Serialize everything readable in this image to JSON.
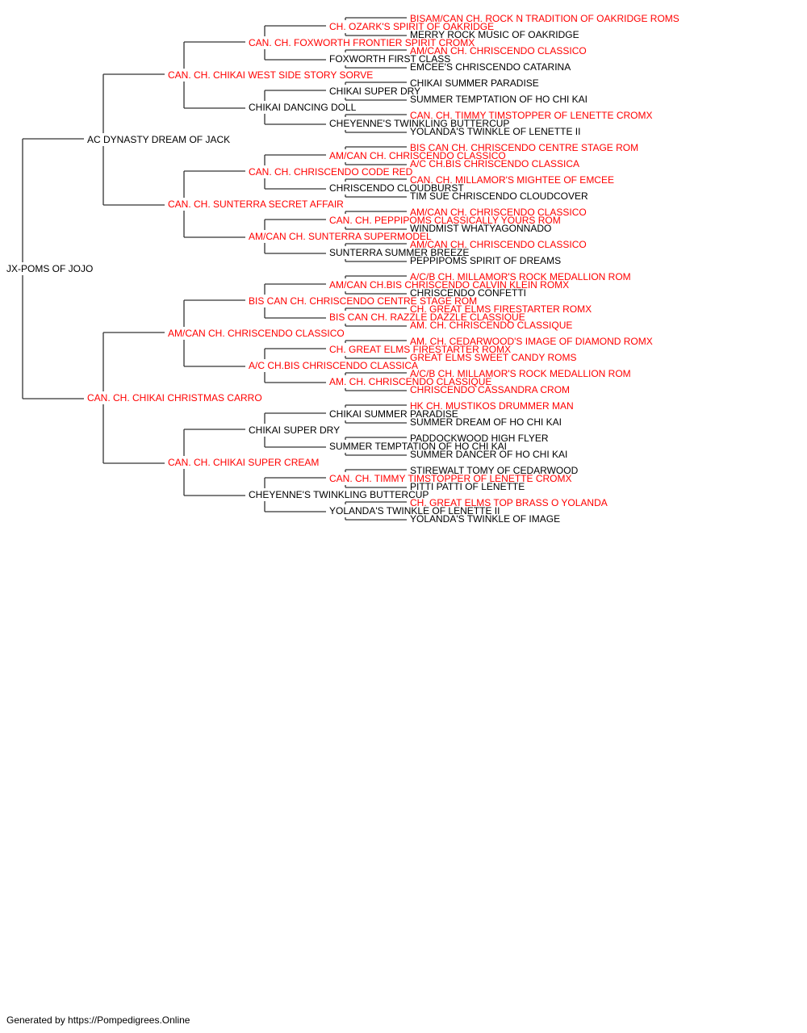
{
  "colors": {
    "champion": "#ff0000",
    "normal": "#000000",
    "line": "#333333"
  },
  "pedigree": {
    "subject": {
      "name": "JX-POMS OF JOJO",
      "champion": false
    },
    "generations": [
      [
        {
          "name": "AC DYNASTY DREAM OF JACK",
          "champion": false
        },
        {
          "name": "CAN. CH. CHIKAI CHRISTMAS CARRO",
          "champion": true
        }
      ],
      [
        {
          "name": "CAN. CH. CHIKAI WEST SIDE STORY SORVE",
          "champion": true
        },
        {
          "name": "CAN. CH. SUNTERRA SECRET AFFAIR",
          "champion": true
        },
        {
          "name": "AM/CAN CH. CHRISCENDO CLASSICO",
          "champion": true
        },
        {
          "name": "CAN. CH. CHIKAI SUPER CREAM",
          "champion": true
        }
      ],
      [
        {
          "name": "CAN. CH. FOXWORTH FRONTIER SPIRIT CROMX",
          "champion": true
        },
        {
          "name": "CHIKAI DANCING DOLL",
          "champion": false
        },
        {
          "name": "CAN. CH. CHRISCENDO CODE RED",
          "champion": true
        },
        {
          "name": "AM/CAN CH. SUNTERRA SUPERMODEL",
          "champion": true
        },
        {
          "name": "BIS CAN CH. CHRISCENDO CENTRE STAGE ROM",
          "champion": true
        },
        {
          "name": "A/C CH.BIS CHRISCENDO CLASSICA",
          "champion": true
        },
        {
          "name": "CHIKAI SUPER DRY",
          "champion": false
        },
        {
          "name": "CHEYENNE'S TWINKLING BUTTERCUP",
          "champion": false
        }
      ],
      [
        {
          "name": "CH. OZARK'S SPIRIT OF OAKRIDGE",
          "champion": true
        },
        {
          "name": "FOXWORTH FIRST CLASS",
          "champion": false
        },
        {
          "name": "CHIKAI SUPER DRY",
          "champion": false
        },
        {
          "name": "CHEYENNE'S TWINKLING BUTTERCUP",
          "champion": false
        },
        {
          "name": "AM/CAN CH. CHRISCENDO CLASSICO",
          "champion": true
        },
        {
          "name": "CHRISCENDO CLOUDBURST",
          "champion": false
        },
        {
          "name": "CAN. CH. PEPPIPOMS CLASSICALLY YOURS ROM",
          "champion": true
        },
        {
          "name": "SUNTERRA SUMMER BREEZE",
          "champion": false
        },
        {
          "name": "AM/CAN CH.BIS CHRISCENDO CALVIN KLEIN ROMX",
          "champion": true
        },
        {
          "name": "BIS CAN CH. RAZZLE DAZZLE CLASSIQUE",
          "champion": true
        },
        {
          "name": "CH. GREAT ELMS FIRESTARTER ROMX",
          "champion": true
        },
        {
          "name": "AM. CH. CHRISCENDO CLASSIQUE",
          "champion": true
        },
        {
          "name": "CHIKAI SUMMER PARADISE",
          "champion": false
        },
        {
          "name": "SUMMER TEMPTATION OF HO CHI KAI",
          "champion": false
        },
        {
          "name": "CAN. CH. TIMMY TIMSTOPPER OF LENETTE CROMX",
          "champion": true
        },
        {
          "name": "YOLANDA'S TWINKLE OF LENETTE II",
          "champion": false
        }
      ],
      [
        {
          "name": "BISAM/CAN CH. ROCK N TRADITION OF OAKRIDGE ROMS",
          "champion": true
        },
        {
          "name": "MERRY ROCK MUSIC OF OAKRIDGE",
          "champion": false
        },
        {
          "name": "AM/CAN CH. CHRISCENDO CLASSICO",
          "champion": true
        },
        {
          "name": "EMCEE'S CHRISCENDO CATARINA",
          "champion": false
        },
        {
          "name": "CHIKAI SUMMER PARADISE",
          "champion": false
        },
        {
          "name": "SUMMER TEMPTATION OF HO CHI KAI",
          "champion": false
        },
        {
          "name": "CAN. CH. TIMMY TIMSTOPPER OF LENETTE CROMX",
          "champion": true
        },
        {
          "name": "YOLANDA'S TWINKLE OF LENETTE II",
          "champion": false
        },
        {
          "name": "BIS CAN CH. CHRISCENDO CENTRE STAGE ROM",
          "champion": true
        },
        {
          "name": "A/C CH.BIS CHRISCENDO CLASSICA",
          "champion": true
        },
        {
          "name": "CAN. CH. MILLAMOR'S MIGHTEE OF EMCEE",
          "champion": true
        },
        {
          "name": "TIM SUE CHRISCENDO CLOUDCOVER",
          "champion": false
        },
        {
          "name": "AM/CAN CH. CHRISCENDO CLASSICO",
          "champion": true
        },
        {
          "name": "WINDMIST WHATYAGONNADO",
          "champion": false
        },
        {
          "name": "AM/CAN CH. CHRISCENDO CLASSICO",
          "champion": true
        },
        {
          "name": "PEPPIPOMS SPIRIT OF DREAMS",
          "champion": false
        },
        {
          "name": "A/C/B CH. MILLAMOR'S ROCK MEDALLION ROM",
          "champion": true
        },
        {
          "name": "CHRISCENDO CONFETTI",
          "champion": false
        },
        {
          "name": "CH. GREAT ELMS FIRESTARTER ROMX",
          "champion": true
        },
        {
          "name": "AM. CH. CHRISCENDO CLASSIQUE",
          "champion": true
        },
        {
          "name": "AM. CH. CEDARWOOD'S IMAGE OF DIAMOND ROMX",
          "champion": true
        },
        {
          "name": "GREAT ELMS SWEET CANDY ROMS",
          "champion": true
        },
        {
          "name": "A/C/B CH. MILLAMOR'S ROCK MEDALLION ROM",
          "champion": true
        },
        {
          "name": "CHRISCENDO CASSANDRA CROM",
          "champion": true
        },
        {
          "name": "HK CH. MUSTIKOS DRUMMER MAN",
          "champion": true
        },
        {
          "name": "SUMMER DREAM OF HO CHI KAI",
          "champion": false
        },
        {
          "name": "PADDOCKWOOD HIGH FLYER",
          "champion": false
        },
        {
          "name": "SUMMER DANCER OF HO CHI KAI",
          "champion": false
        },
        {
          "name": "STIREWALT TOMY OF CEDARWOOD",
          "champion": false
        },
        {
          "name": "PITTI PATTI OF LENETTE",
          "champion": false
        },
        {
          "name": "CH. GREAT ELMS TOP BRASS O YOLANDA",
          "champion": true
        },
        {
          "name": "YOLANDA'S TWINKLE OF IMAGE",
          "champion": false
        }
      ]
    ]
  },
  "footer": "Generated by https://Pompedigrees.Online"
}
